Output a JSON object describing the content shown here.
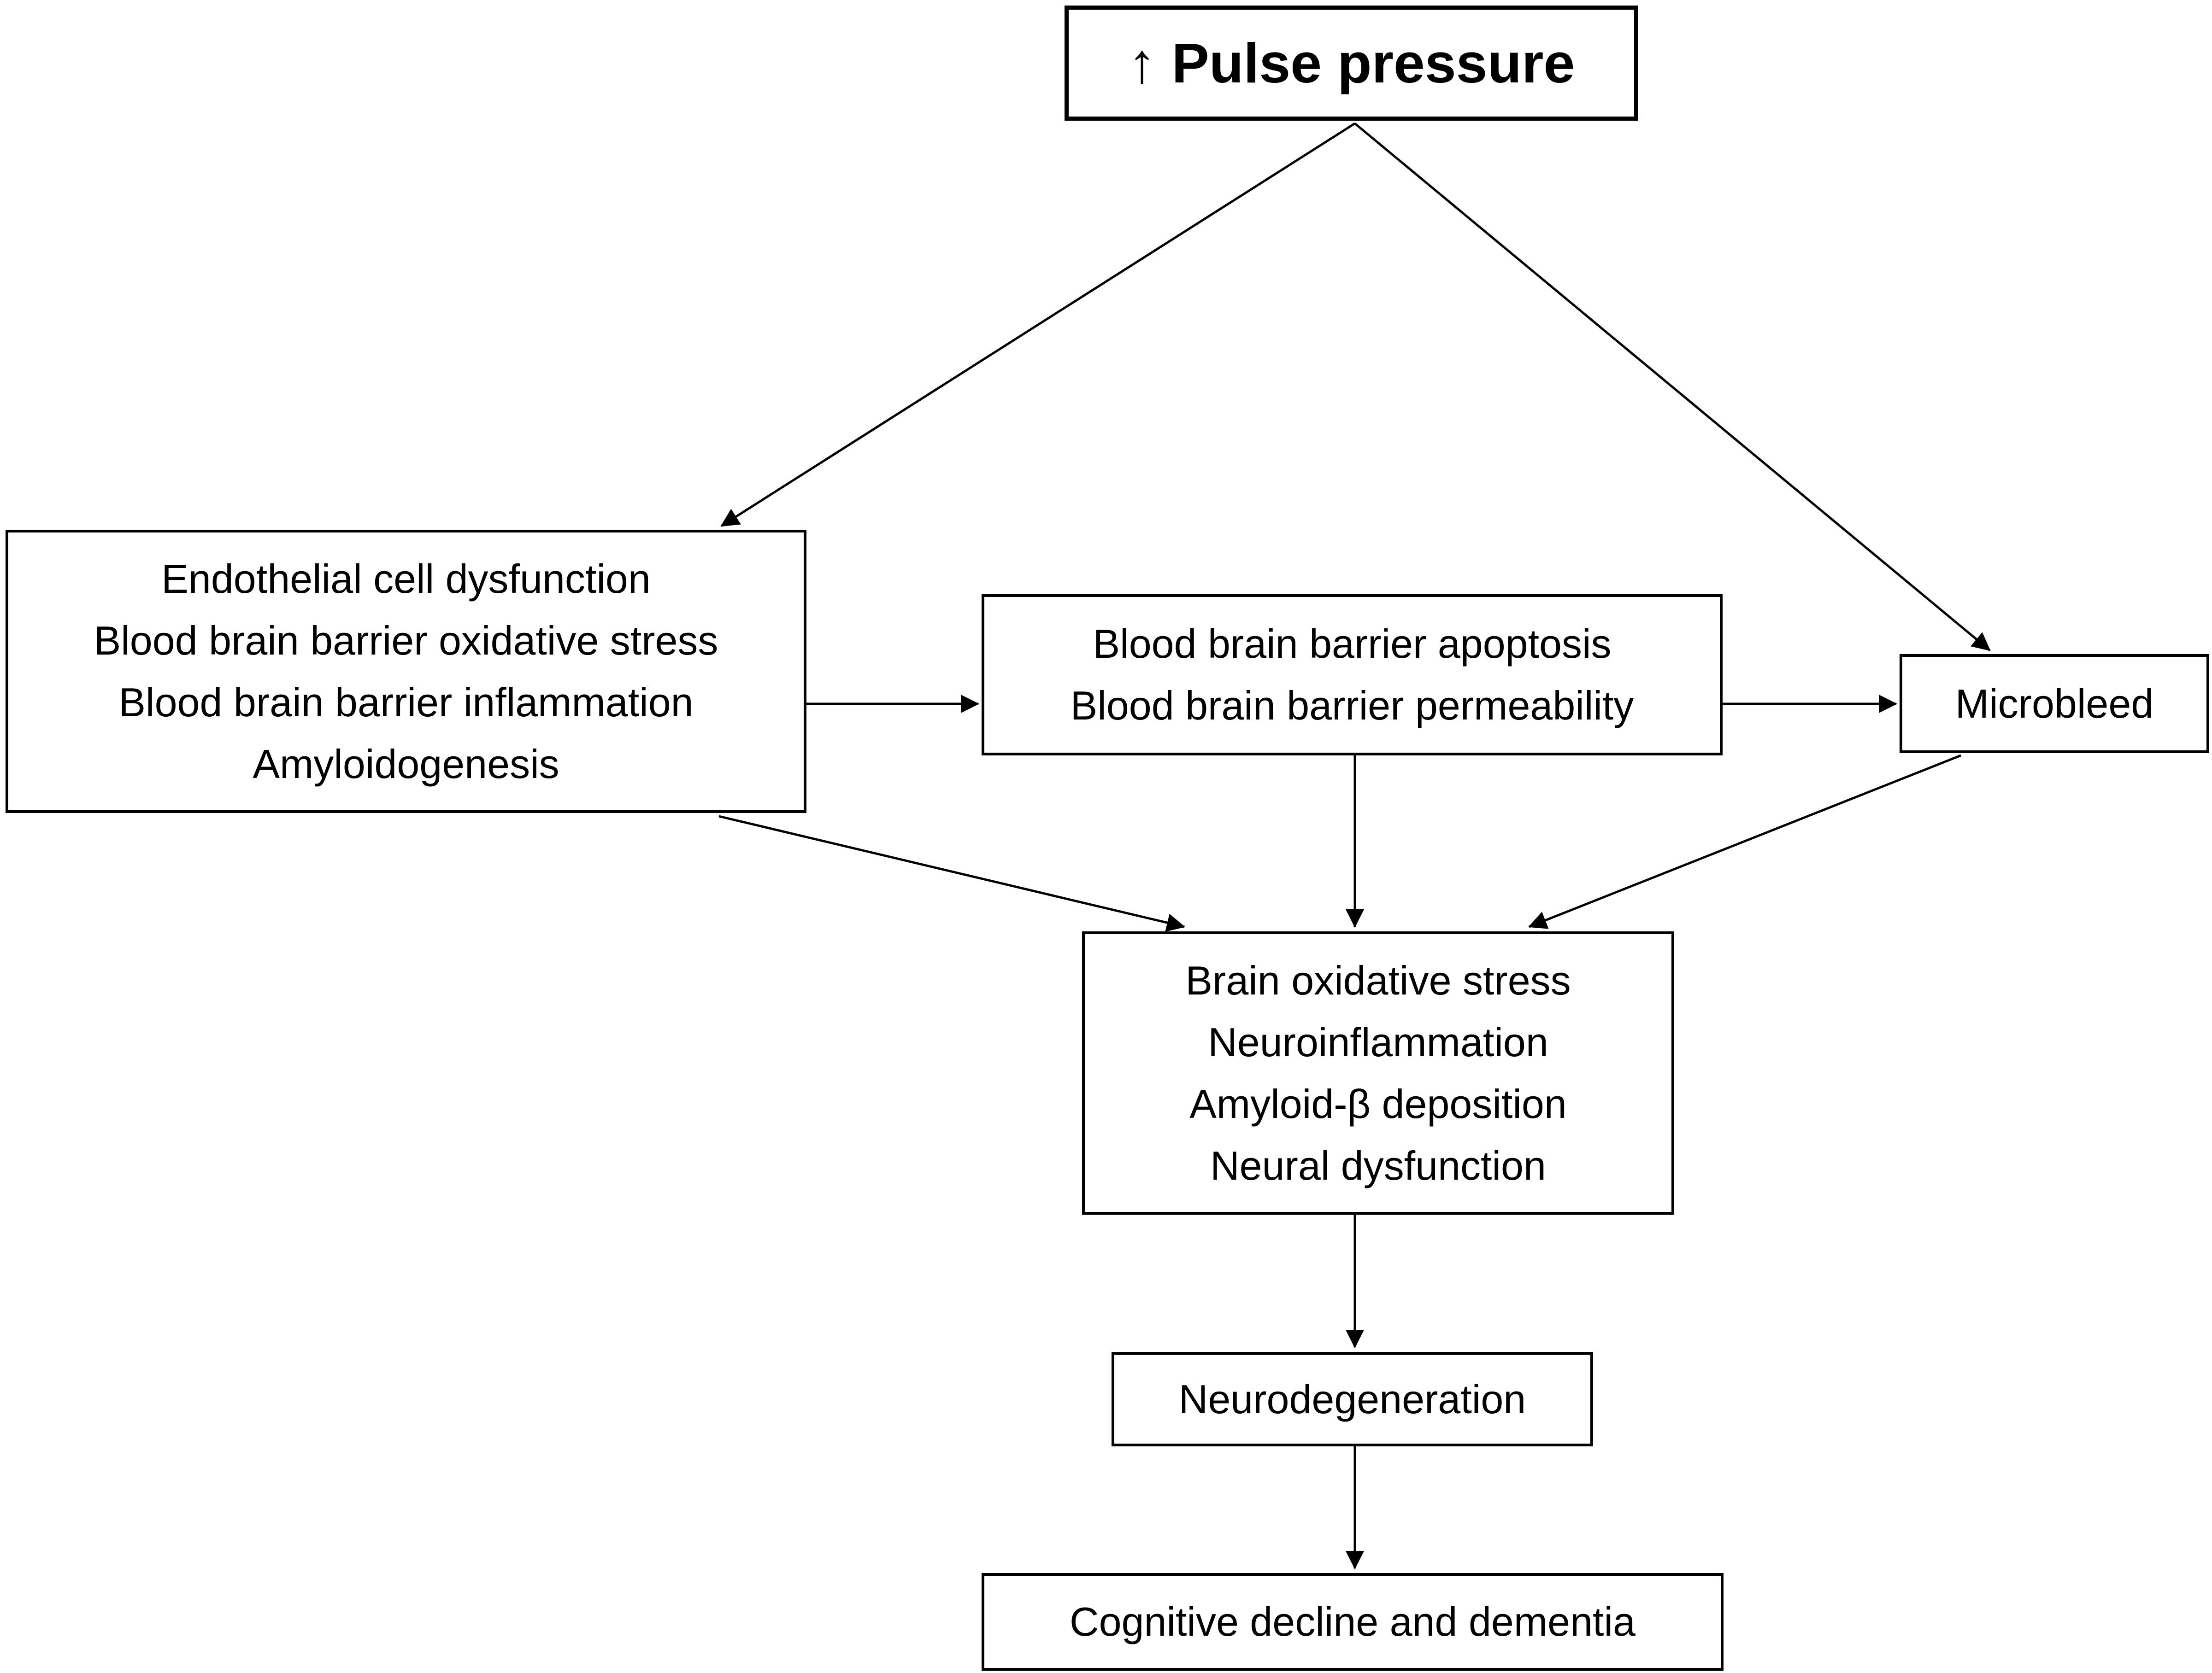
{
  "diagram": {
    "nodes": {
      "pulse_pressure": {
        "lines": [
          "↑ Pulse pressure"
        ]
      },
      "endothelial": {
        "lines": [
          "Endothelial cell dysfunction",
          "Blood brain barrier oxidative stress",
          "Blood brain barrier inflammation",
          "Amyloidogenesis"
        ]
      },
      "bbb": {
        "lines": [
          "Blood brain barrier apoptosis",
          "Blood brain barrier permeability"
        ]
      },
      "microbleed": {
        "lines": [
          "Microbleed"
        ]
      },
      "brain_stress": {
        "lines": [
          "Brain oxidative stress",
          "Neuroinflammation",
          "Amyloid-β deposition",
          "Neural dysfunction"
        ]
      },
      "neurodegeneration": {
        "lines": [
          "Neurodegeneration"
        ]
      },
      "cognitive": {
        "lines": [
          "Cognitive decline and dementia"
        ]
      }
    },
    "edges": [
      {
        "from": "pulse_pressure",
        "to": "endothelial"
      },
      {
        "from": "pulse_pressure",
        "to": "microbleed"
      },
      {
        "from": "endothelial",
        "to": "bbb"
      },
      {
        "from": "bbb",
        "to": "microbleed"
      },
      {
        "from": "endothelial",
        "to": "brain_stress"
      },
      {
        "from": "bbb",
        "to": "brain_stress"
      },
      {
        "from": "microbleed",
        "to": "brain_stress"
      },
      {
        "from": "brain_stress",
        "to": "neurodegeneration"
      },
      {
        "from": "neurodegeneration",
        "to": "cognitive"
      }
    ],
    "colors": {
      "line": "#000000",
      "box_fill": "#ffffff"
    }
  }
}
